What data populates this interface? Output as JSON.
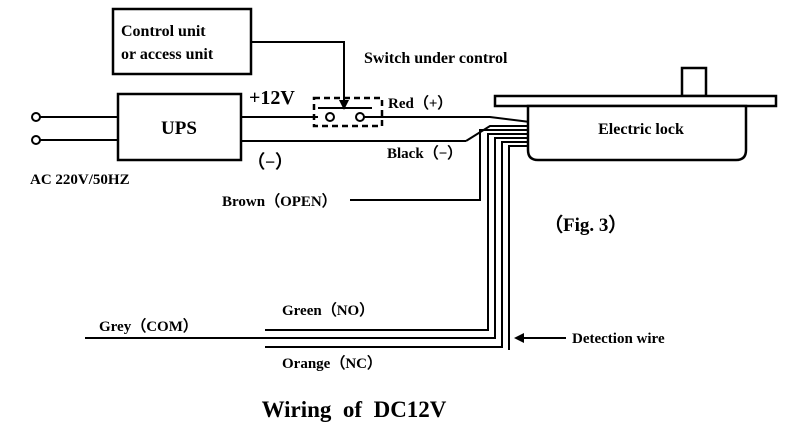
{
  "labels": {
    "control_unit_line1": "Control unit",
    "control_unit_line2": "or access unit",
    "switch_under_control": "Switch under control",
    "ups": "UPS",
    "plus12v": "+12V",
    "red": "Red（+）",
    "minus": "（−）",
    "black": "Black（−）",
    "ac_input": "AC 220V/50HZ",
    "electric_lock": "Electric lock",
    "brown": "Brown（OPEN）",
    "fig": "（Fig. 3）",
    "green": "Green（NO）",
    "grey": "Grey（COM）",
    "detection_wire": "Detection wire",
    "orange": "Orange（NC）",
    "title": "Wiring  of  DC12V"
  }
}
